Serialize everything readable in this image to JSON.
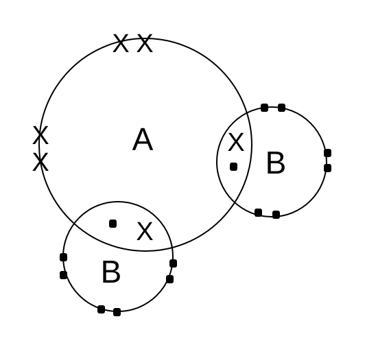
{
  "atoms": {
    "a": {
      "symbol": "A",
      "cross_glyph": "X"
    },
    "b_right": {
      "symbol": "B",
      "dot_glyph": "•"
    },
    "b_bottom": {
      "symbol": "B",
      "dot_glyph": "•"
    }
  },
  "colors": {
    "stroke": "#000000",
    "background": "#ffffff"
  }
}
